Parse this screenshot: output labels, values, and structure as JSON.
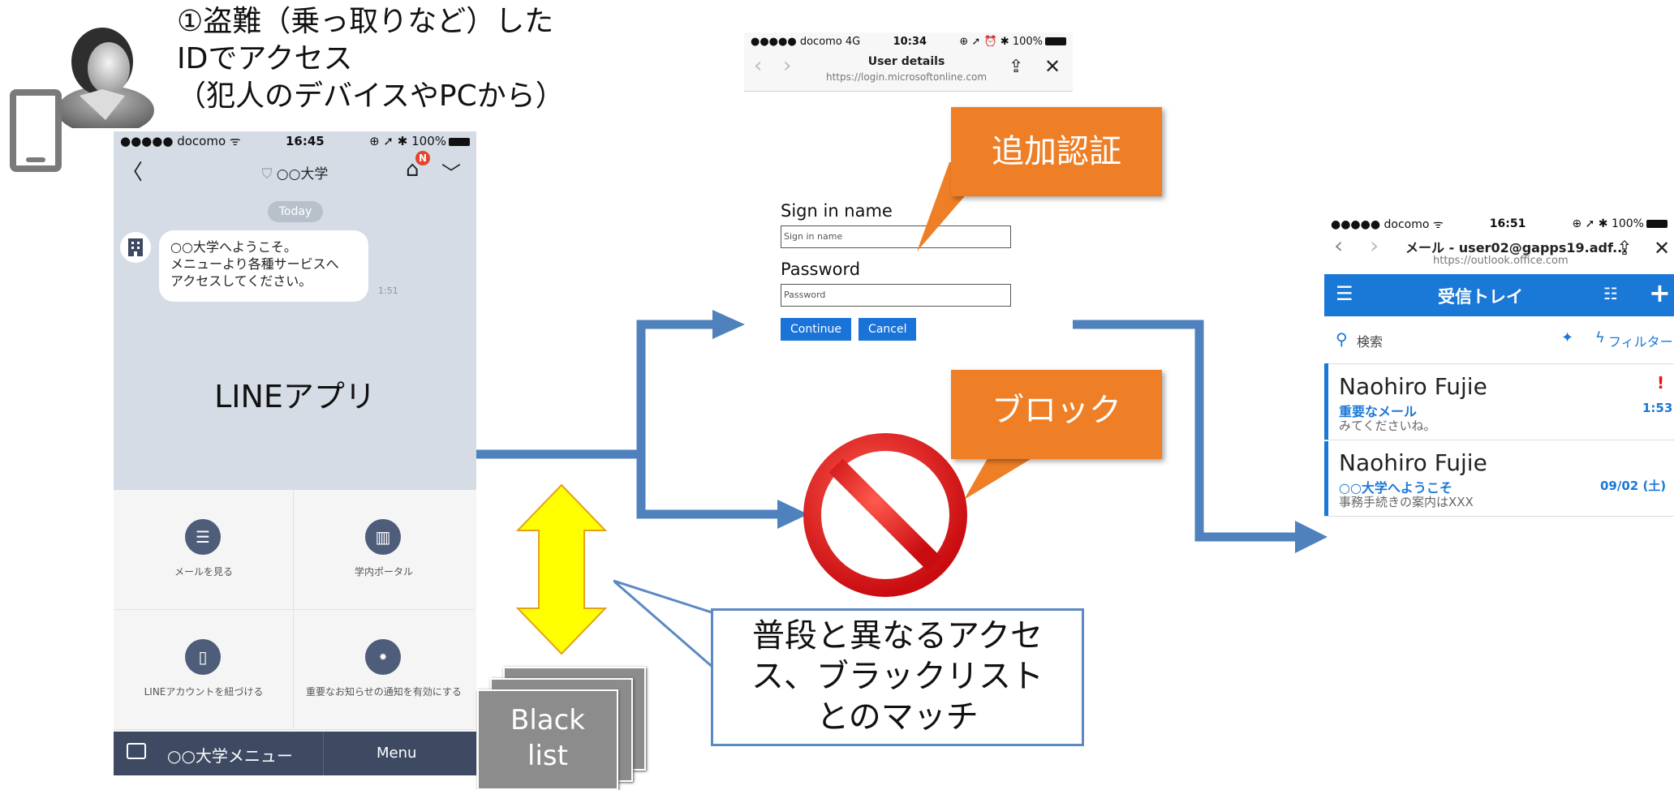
{
  "caption": {
    "line1": "①盗難（乗っ取りなど）した",
    "line2": "IDでアクセス",
    "line3": "（犯人のデバイスやPCから）"
  },
  "line_phone": {
    "status_left": "●●●●● docomo ᯤ",
    "status_time": "16:45",
    "status_right": "⊕ ➚ ✱ 100%",
    "back": "〈",
    "title": "○○大学",
    "home_badge": "N",
    "chevron": "﹀",
    "today": "Today",
    "bubble_lines": [
      "○○大学へようこそ。",
      "メニューより各種サービスへ",
      "アクセスしてください。"
    ],
    "time": "1:51",
    "app_label": "LINEアプリ",
    "menu": [
      {
        "label": "メールを見る",
        "icon": "list-icon"
      },
      {
        "label": "学内ポータル",
        "icon": "book-icon"
      },
      {
        "label": "LINEアカウントを紐づける",
        "icon": "phone-icon"
      },
      {
        "label": "重要なお知らせの通知を有効にする",
        "icon": "new-badge-icon"
      }
    ],
    "bottom_menu_label": "○○大学メニュー",
    "bottom_menu_right": "Menu"
  },
  "ms_browser": {
    "status_left": "●●●●● docomo  4G",
    "status_time": "10:34",
    "status_right": "⊕ ➚ ⏰ ✱ 100%",
    "title": "User details",
    "url": "https://login.microsoftonline.com"
  },
  "signin_form": {
    "name_label": "Sign in name",
    "name_placeholder": "Sign in name",
    "password_label": "Password",
    "password_placeholder": "Password",
    "continue": "Continue",
    "cancel": "Cancel"
  },
  "callouts": {
    "extra_auth": "追加認証",
    "block": "ブロック",
    "match": [
      "普段と異なるアクセ",
      "ス、ブラックリスト",
      "とのマッチ"
    ]
  },
  "blacklist": {
    "line1": "Black",
    "line2": "list"
  },
  "outlook": {
    "status_left": "●●●●● docomo ᯤ",
    "status_time": "16:51",
    "status_right": "⊕ ➚ ✱ 100%",
    "title": "メール - user02@gapps19.adf...",
    "url": "https://outlook.office.com",
    "inbox": "受信トレイ",
    "search": "検索",
    "filter": "フィルター",
    "messages": [
      {
        "sender": "Naohiro Fujie",
        "subject": "重要なメール",
        "preview": "みてくださいね。",
        "time": "1:53",
        "flag": "!"
      },
      {
        "sender": "Naohiro Fujie",
        "subject": "○○大学へようこそ",
        "preview": "事務手続きの案内はXXX",
        "time": "09/02 (土)"
      }
    ]
  },
  "colors": {
    "arrow_blue": "#4f81bd",
    "orange": "#ee7f27",
    "block_red": "#e8141b",
    "outlook_blue": "#1a78d6",
    "yellow_arrow": "#ffff00"
  }
}
